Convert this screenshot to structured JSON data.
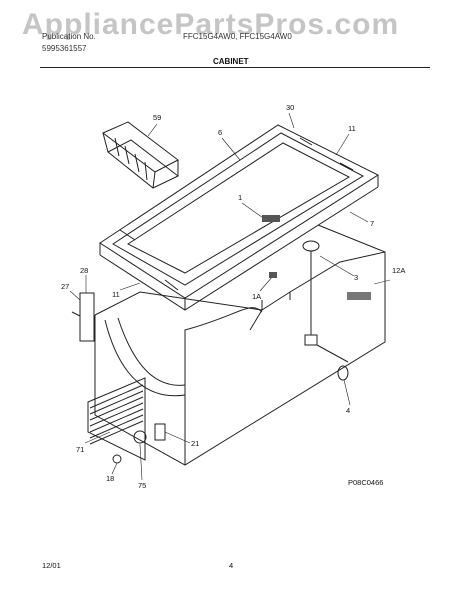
{
  "header": {
    "watermark": "AppliancePartsPros.com",
    "publication_label": "Publication No.",
    "publication_no": "5995361557",
    "models": "FFC15G4AW0, FFC15G4AW0",
    "section_title": "CABINET"
  },
  "callouts": [
    "59",
    "6",
    "30",
    "11",
    "1",
    "7",
    "3",
    "12A",
    "28",
    "27",
    "11",
    "1A",
    "4",
    "21",
    "71",
    "18",
    "75"
  ],
  "diagram_code": "P08C0466",
  "footer": {
    "date": "12/01",
    "page": "4"
  }
}
